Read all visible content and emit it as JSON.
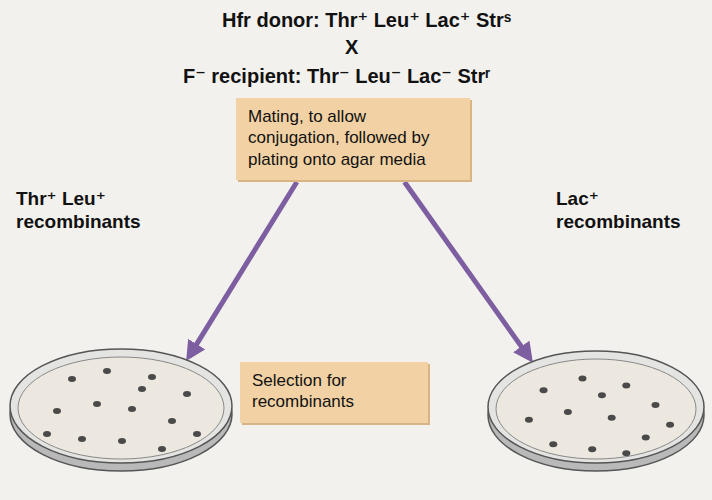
{
  "diagram": {
    "nodes": [
      {
        "text": [
          "Mating, to allow conjugation, followed by plating onto agar media"
        ]
      },
      {
        "text": [
          "Thr⁺ Leu⁺ recombinants"
        ]
      },
      {
        "text": [
          "Lac⁺ recombinants"
        ]
      },
      {
        "text": [
          "Selection for recombinants"
        ]
      }
    ],
    "edges": [
      {
        "from": 0,
        "to": 1,
        "arrow": "to"
      },
      {
        "from": 0,
        "to": 2,
        "arrow": "to"
      }
    ],
    "labels": [
      "Hfr donor: Thr⁺ Leu⁺ Lac⁺ Strˢ",
      "X",
      "F⁻ recipient: Thr⁻ Leu⁻ Lac⁻ Strʳ"
    ]
  }
}
